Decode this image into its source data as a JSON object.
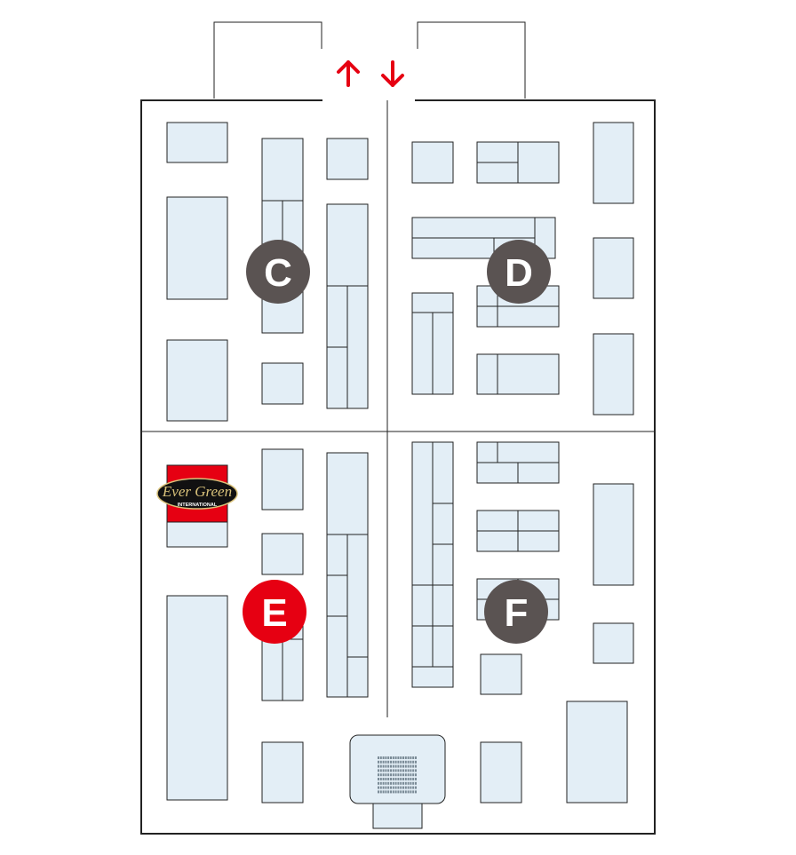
{
  "map": {
    "zones": [
      {
        "label": "C",
        "color": "#5a5352"
      },
      {
        "label": "D",
        "color": "#5a5352"
      },
      {
        "label": "E",
        "color": "#e60012"
      },
      {
        "label": "F",
        "color": "#5a5352"
      }
    ],
    "entrance": {
      "in_icon": "arrow-up-icon",
      "out_icon": "arrow-down-icon",
      "color": "#e60012"
    },
    "logo": {
      "brand_line1": "Ever Green",
      "brand_line2": "INTERNATIONAL",
      "bg": "#e60012",
      "oval": "#111111",
      "text_color": "#d9c27a"
    }
  }
}
